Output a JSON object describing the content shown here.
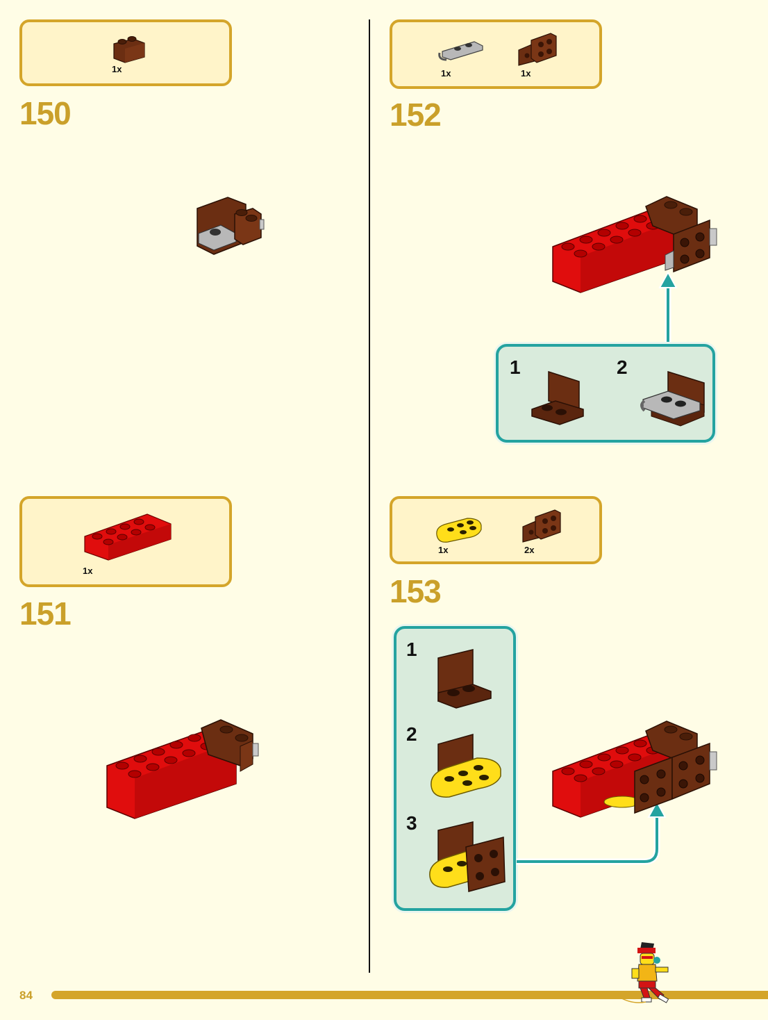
{
  "steps": [
    {
      "number": "150",
      "parts": [
        {
          "qty": "1x",
          "part": "brown 1x2 brick"
        }
      ]
    },
    {
      "number": "151",
      "parts": [
        {
          "qty": "1x",
          "part": "red 2x4 brick"
        }
      ]
    },
    {
      "number": "152",
      "parts": [
        {
          "qty": "1x",
          "part": "grey 1x2 plate with clip"
        },
        {
          "qty": "1x",
          "part": "brown 1x2-2x2 bracket"
        }
      ],
      "substeps": [
        "1",
        "2"
      ]
    },
    {
      "number": "153",
      "parts": [
        {
          "qty": "1x",
          "part": "yellow 2x3 rounded plate"
        },
        {
          "qty": "2x",
          "part": "brown 1x2-2x2 bracket"
        }
      ],
      "substeps": [
        "1",
        "2",
        "3"
      ]
    }
  ],
  "page": {
    "number": "84"
  },
  "colors": {
    "accent": "#d4a52a",
    "step_number": "#caa02a",
    "callout": "#24a3a0",
    "brick_red": "#e00d0d",
    "brick_brown": "#6b2e12",
    "plate_yellow": "#ffde1a",
    "grey": "#b8b8b8",
    "background": "#fffde6"
  },
  "icons": [
    "brick-icon",
    "arrow-icon",
    "minifigure-icon"
  ]
}
